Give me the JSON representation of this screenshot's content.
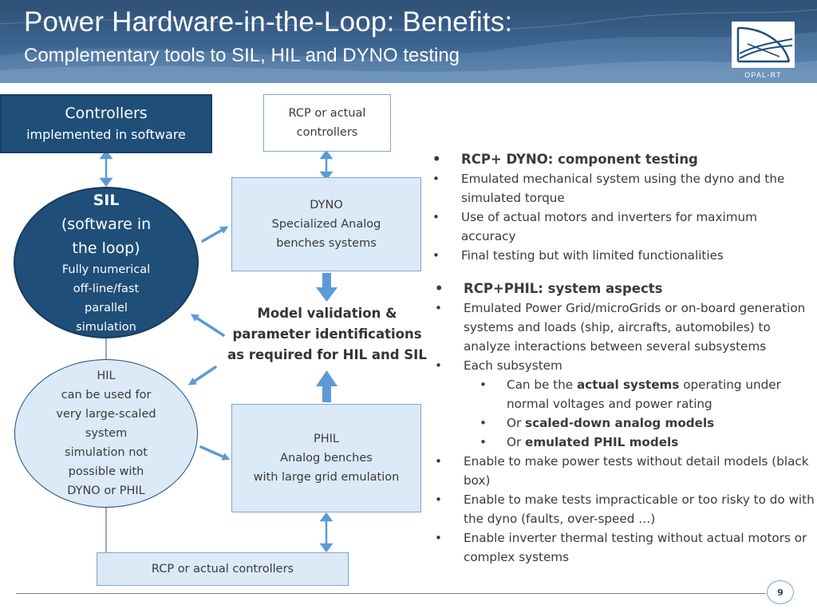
{
  "header": {
    "title": "Power Hardware-in-the-Loop: Benefits:",
    "subtitle": "Complementary tools to SIL, HIL and DYNO testing",
    "logo_text": "OPAL-RT"
  },
  "diagram": {
    "controllers_sw": {
      "line1": "Controllers",
      "line2": "implemented in software"
    },
    "rcp_top": {
      "line1": "RCP or actual",
      "line2": "controllers"
    },
    "dyno": {
      "line1": "DYNO",
      "line2": "Specialized Analog",
      "line3": "benches systems"
    },
    "sil": {
      "title": "SIL",
      "line1": "(software in",
      "line2": "the loop)",
      "line3": "Fully numerical",
      "line4": "off-line/fast",
      "line5": "parallel",
      "line6": "simulation"
    },
    "hil": {
      "line1": "HIL",
      "line2": "can be used for",
      "line3": "very large-scaled",
      "line4": "system",
      "line5": "simulation not",
      "line6": "possible with",
      "line7": "DYNO or PHIL"
    },
    "center": {
      "line1": "Model validation &",
      "line2": "parameter identifications",
      "line3": "as required for HIL and SIL"
    },
    "phil": {
      "line1": "PHIL",
      "line2": "Analog benches",
      "line3": "with large grid emulation"
    },
    "rcp_bottom": "RCP or actual controllers"
  },
  "bullets": {
    "group1": {
      "heading": "RCP+ DYNO: component testing",
      "items": [
        "Emulated mechanical system using the dyno and the simulated torque",
        "Use of actual motors and inverters for maximum accuracy",
        "Final testing but with limited functionalities"
      ]
    },
    "group2": {
      "heading": "RCP+PHIL: system aspects",
      "item1": "Emulated Power Grid/microGrids or on-board generation systems and loads (ship, aircrafts, automobiles) to analyze interactions between several subsystems",
      "item2": "Each subsystem",
      "sub1_pre": "Can be the ",
      "sub1_bold": "actual systems",
      "sub1_post": " operating under normal voltages and power rating",
      "sub2_pre": "Or ",
      "sub2_bold": "scaled-down analog models",
      "sub3_pre": "Or ",
      "sub3_bold": "emulated PHIL models",
      "item3": "Enable to make power tests without detail models (black box)",
      "item4": "Enable to make tests impracticable or too risky to do with the dyno (faults, over-speed …)",
      "item5": "Enable  inverter thermal testing without actual motors or complex systems"
    }
  },
  "footer": {
    "page_number": "9"
  },
  "colors": {
    "header_blue": "#3d6591",
    "dark_blue": "#1f4e79",
    "light_fill": "#dce9f6",
    "arrow_blue": "#5b9bd5"
  }
}
